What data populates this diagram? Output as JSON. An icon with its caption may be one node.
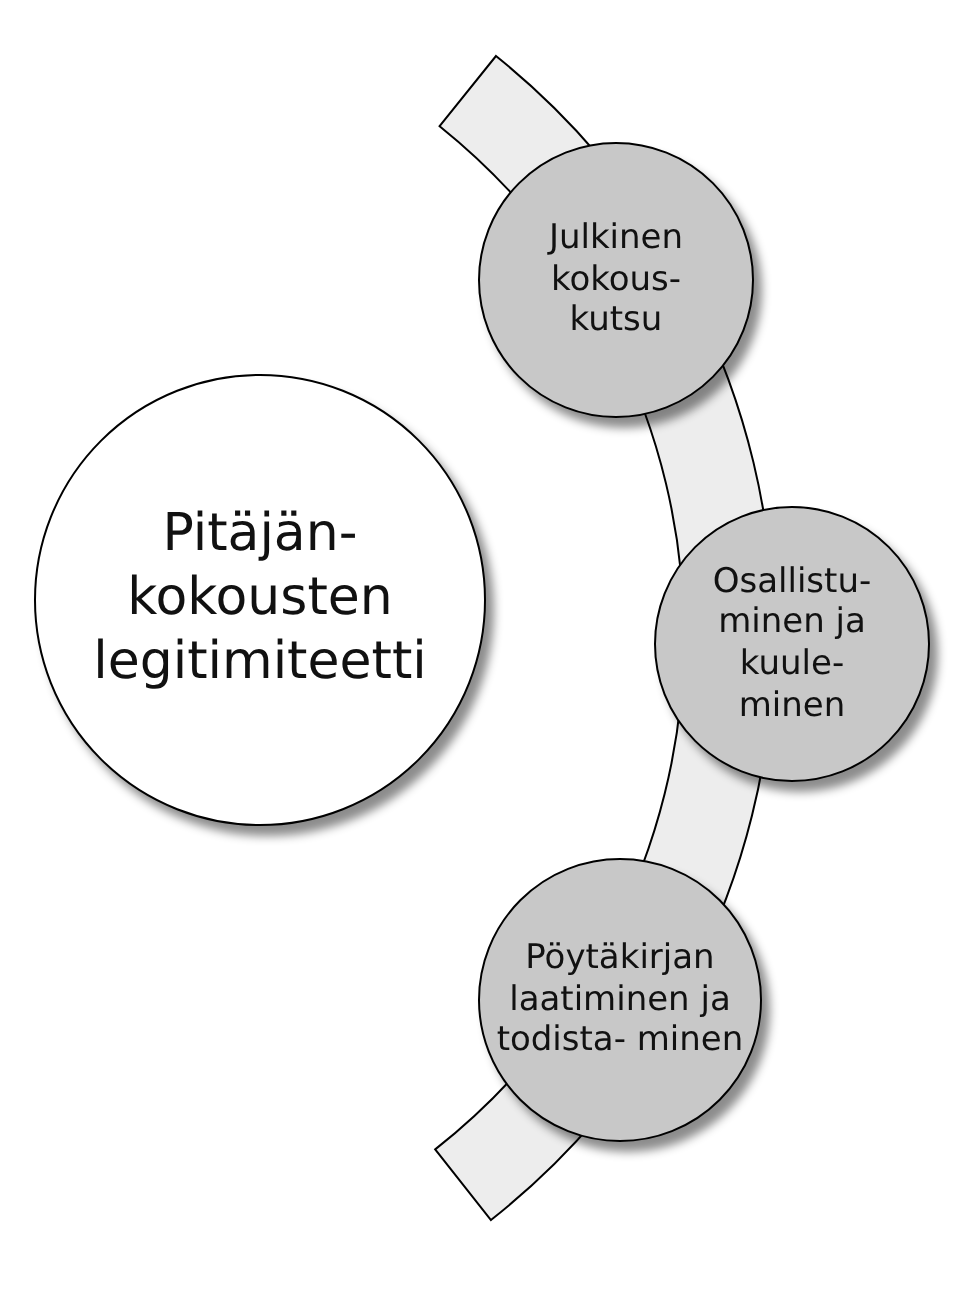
{
  "diagram": {
    "nodes": [
      {
        "text": [
          "Pitäjän- kokousten legitimiteetti"
        ]
      },
      {
        "text": [
          "Julkinen kokous- kutsu"
        ]
      },
      {
        "text": [
          "Osallistu- minen ja kuule- minen"
        ]
      },
      {
        "text": [
          "Pöytäkirjan laatiminen ja todista- minen"
        ]
      }
    ]
  }
}
